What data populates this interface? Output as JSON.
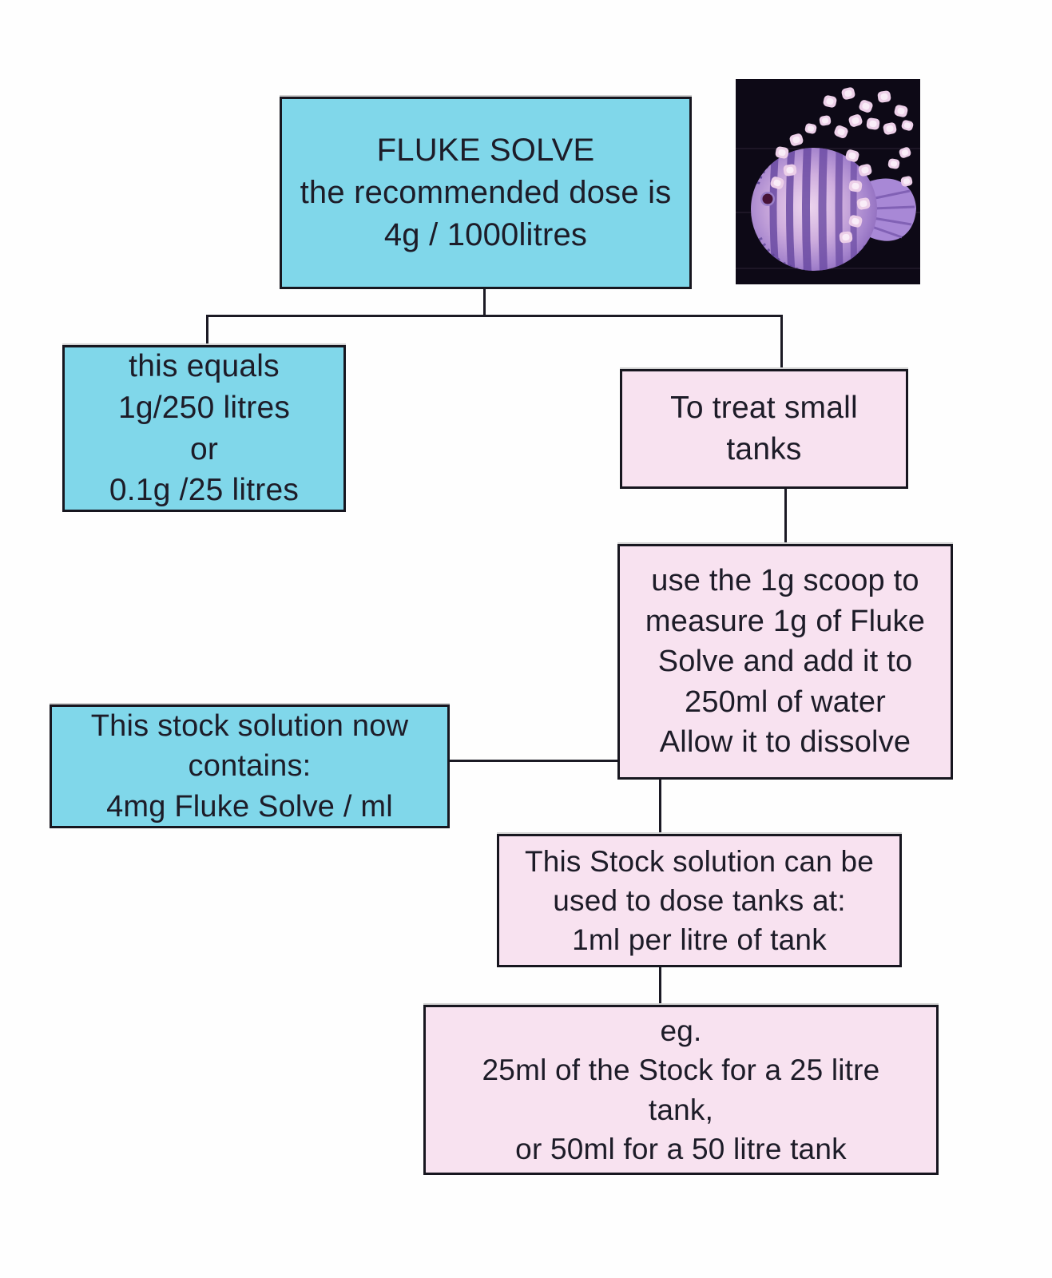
{
  "diagram": {
    "title": "Fluke Solve dosing flowchart",
    "colors": {
      "cyan_box": "#80d7ea",
      "pink_box": "#f8e2f0",
      "border": "#17161f",
      "text": "#1d1c28",
      "photo_background": "#0d0916"
    },
    "nodes": {
      "recommended_dose": {
        "lines": [
          "FLUKE SOLVE",
          "the recommended dose is",
          "4g / 1000litres"
        ]
      },
      "equals": {
        "lines": [
          "this equals",
          "1g/250 litres",
          "or",
          "0.1g /25 litres"
        ]
      },
      "small_tanks": {
        "lines": [
          "To treat small",
          "tanks"
        ]
      },
      "scoop": {
        "lines": [
          "use the 1g scoop to",
          "measure 1g of Fluke",
          "Solve and add it to",
          "250ml of water",
          "Allow it to dissolve"
        ]
      },
      "stock": {
        "lines": [
          "This stock solution now",
          "contains:",
          "4mg Fluke Solve / ml"
        ]
      },
      "dose": {
        "lines": [
          "This Stock solution can be",
          "used to dose tanks at:",
          "1ml per litre of tank"
        ]
      },
      "example": {
        "lines": [
          "eg.",
          "25ml of the Stock for a 25 litre",
          "tank,",
          "or 50ml for a 50 litre tank"
        ]
      }
    },
    "photo": {
      "description": "discus fish with fry on black background"
    }
  }
}
